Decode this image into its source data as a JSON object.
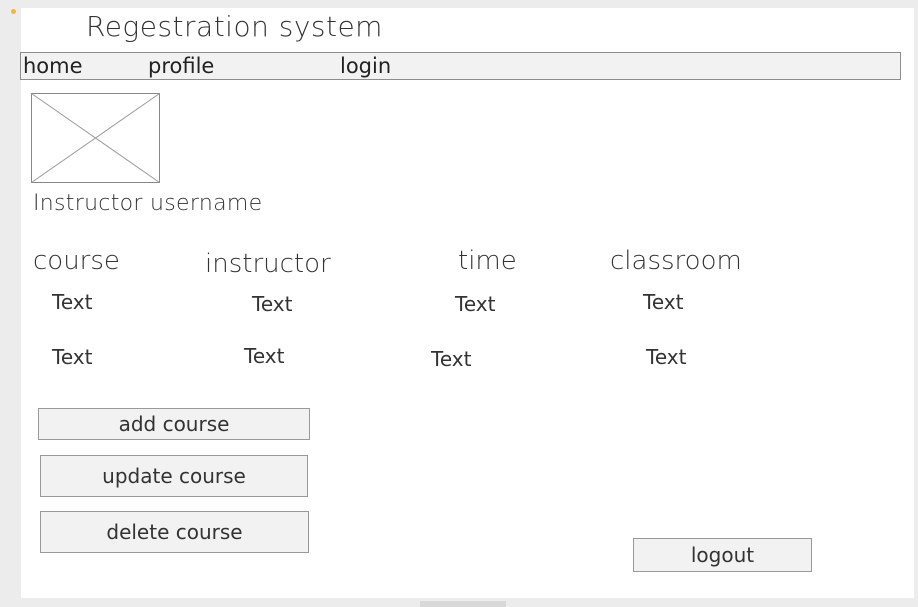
{
  "app": {
    "title": "Regestration system"
  },
  "nav": {
    "items": [
      {
        "label": "home"
      },
      {
        "label": "profile"
      },
      {
        "label": "login"
      }
    ]
  },
  "profile": {
    "username_label": "Instructor username"
  },
  "table": {
    "headers": [
      "course",
      "instructor",
      "time",
      "classroom"
    ],
    "rows": [
      [
        "Text",
        "Text",
        "Text",
        "Text"
      ],
      [
        "Text",
        "Text",
        "Text",
        "Text"
      ]
    ]
  },
  "actions": {
    "add_label": "add course",
    "update_label": "update course",
    "delete_label": "delete course",
    "logout_label": "logout"
  }
}
